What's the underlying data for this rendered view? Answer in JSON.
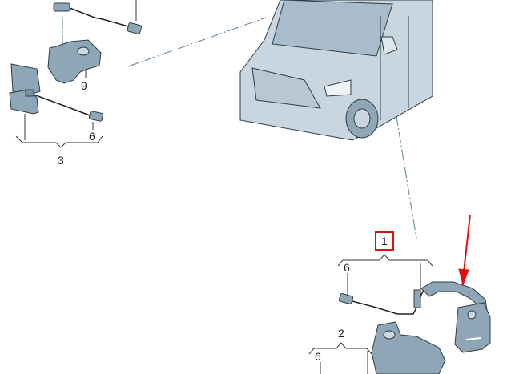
{
  "diagram": {
    "type": "exploded parts diagram",
    "subject": "Van exterior mirror components",
    "highlight_color": "#e01010",
    "part_fill_color": "#8fa6b6",
    "leader_line_color": "#6f93a8",
    "labels": {
      "top_left_bracket": "9",
      "top_left_connector": "6",
      "top_left_group": "3",
      "bottom_group_main": "1",
      "bottom_group_main_connector": "6",
      "bottom_group_secondary": "2",
      "bottom_group_secondary_connector": "6"
    },
    "highlighted_part": "1",
    "annotation": "red arrow pointing to mirror cover trim"
  }
}
